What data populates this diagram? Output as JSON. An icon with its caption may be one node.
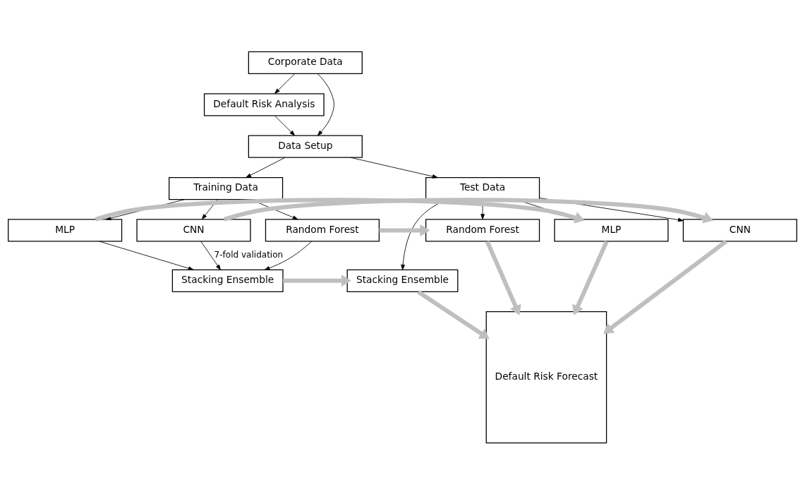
{
  "diagram": {
    "nodes": [
      {
        "text": [
          "Corporate Data"
        ]
      },
      {
        "text": [
          "Default Risk Analysis"
        ]
      },
      {
        "text": [
          "Data Setup"
        ]
      },
      {
        "text": [
          "Training Data"
        ]
      },
      {
        "text": [
          "Test Data"
        ]
      },
      {
        "text": [
          "Random Forest"
        ]
      },
      {
        "text": [
          "MLP"
        ]
      },
      {
        "text": [
          "CNN"
        ]
      },
      {
        "text": [
          "Stacking Ensemble"
        ]
      },
      {
        "text": [
          "Random Forest"
        ]
      },
      {
        "text": [
          "MLP"
        ]
      },
      {
        "text": [
          "CNN"
        ]
      },
      {
        "text": [
          "Stacking Ensemble"
        ]
      },
      {
        "text": [
          "Default Risk Forecast"
        ]
      }
    ],
    "edges": [
      {
        "from": 0,
        "to": 1,
        "arrow": "to"
      },
      {
        "from": 0,
        "to": 2,
        "arrow": "to"
      },
      {
        "from": 1,
        "to": 2,
        "arrow": "to"
      },
      {
        "from": 2,
        "to": 3,
        "arrow": "to"
      },
      {
        "from": 2,
        "to": 4,
        "arrow": "to"
      },
      {
        "from": 3,
        "to": 5,
        "arrow": "to"
      },
      {
        "from": 3,
        "to": 6,
        "arrow": "to"
      },
      {
        "from": 3,
        "to": 7,
        "arrow": "to"
      },
      {
        "from": 5,
        "to": 8,
        "arrow": "to"
      },
      {
        "from": 6,
        "to": 8,
        "arrow": "to"
      },
      {
        "from": 7,
        "to": 8,
        "arrow": "to",
        "label": "7-fold validation"
      },
      {
        "from": 4,
        "to": 9,
        "arrow": "to"
      },
      {
        "from": 4,
        "to": 10,
        "arrow": "to"
      },
      {
        "from": 4,
        "to": 11,
        "arrow": "to"
      },
      {
        "from": 4,
        "to": 12,
        "arrow": "to"
      },
      {
        "from": 5,
        "to": 9,
        "arrow": "to",
        "style": "thick",
        "color": "#bfbfbf"
      },
      {
        "from": 6,
        "to": 10,
        "arrow": "to",
        "style": "thick",
        "color": "#bfbfbf"
      },
      {
        "from": 7,
        "to": 11,
        "arrow": "to",
        "style": "thick",
        "color": "#bfbfbf"
      },
      {
        "from": 8,
        "to": 12,
        "arrow": "to",
        "style": "thick",
        "color": "#bfbfbf"
      },
      {
        "from": 9,
        "to": 13,
        "arrow": "to",
        "style": "thick",
        "color": "#bfbfbf"
      },
      {
        "from": 10,
        "to": 13,
        "arrow": "to",
        "style": "thick",
        "color": "#bfbfbf"
      },
      {
        "from": 11,
        "to": 13,
        "arrow": "to",
        "style": "thick",
        "color": "#bfbfbf"
      },
      {
        "from": 12,
        "to": 13,
        "arrow": "to",
        "style": "thick",
        "color": "#bfbfbf"
      }
    ]
  }
}
